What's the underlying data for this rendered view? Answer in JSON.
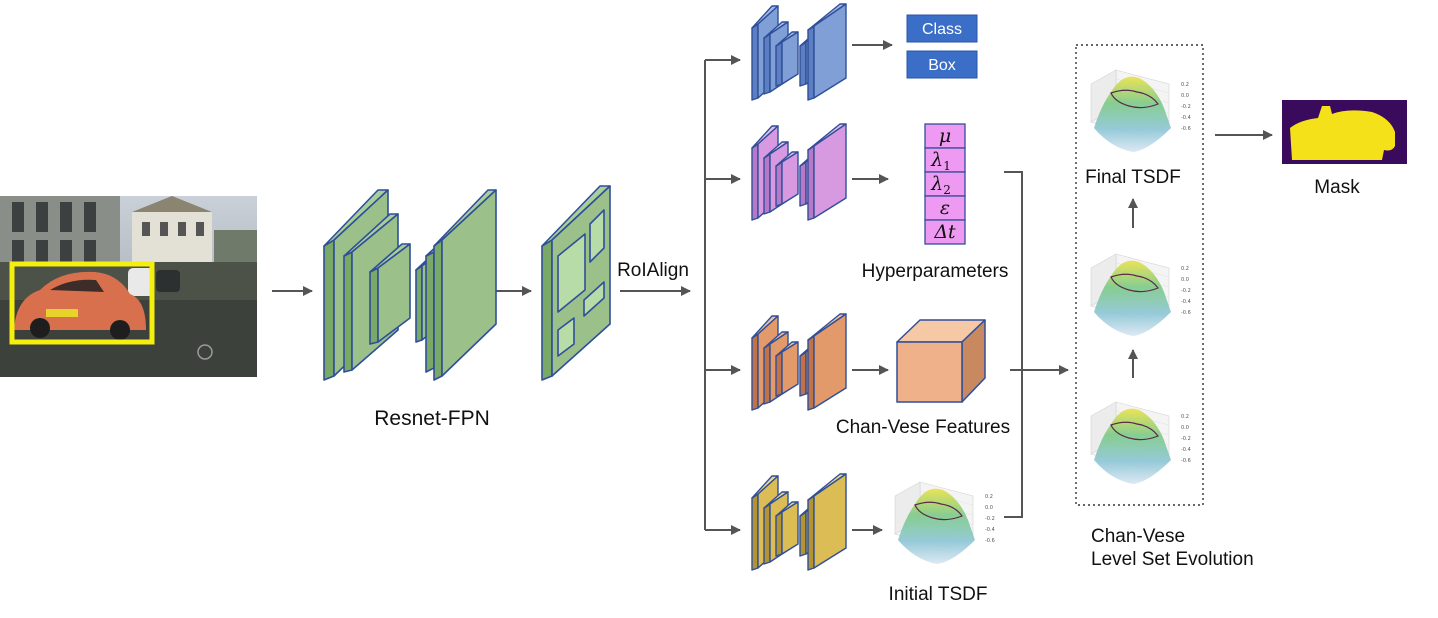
{
  "labels": {
    "backbone": "Resnet-FPN",
    "roialign": "RoIAlign",
    "class": "Class",
    "box": "Box",
    "hyperparameters": "Hyperparameters",
    "chanvese_features": "Chan-Vese Features",
    "initial_tsdf": "Initial TSDF",
    "final_tsdf": "Final TSDF",
    "evolution_line1": "Chan-Vese",
    "evolution_line2": "Level Set Evolution",
    "mask": "Mask"
  },
  "hyperparams": [
    {
      "sym": "μ",
      "sub": ""
    },
    {
      "sym": "λ",
      "sub": "1"
    },
    {
      "sym": "λ",
      "sub": "2"
    },
    {
      "sym": "ε",
      "sub": ""
    },
    {
      "sym": "Δt",
      "sub": ""
    }
  ],
  "tsdf_ticks": [
    "0.2",
    "0.0",
    "-0.2",
    "-0.4",
    "-0.6"
  ],
  "colors": {
    "backbone": "#9bc08a",
    "class_branch": "#7f9fd6",
    "hyper_branch": "#d79ae0",
    "feature_branch": "#e29a6a",
    "tsdf_branch": "#dcbd55",
    "class_box_fill": "#3b6ec6",
    "hyper_cell_fill": "#ee9af2",
    "cube_fill": "#eeb18a",
    "mask_bg": "#3a0a5c",
    "mask_fg": "#f5e11a",
    "bbox": "#f5ef10"
  }
}
